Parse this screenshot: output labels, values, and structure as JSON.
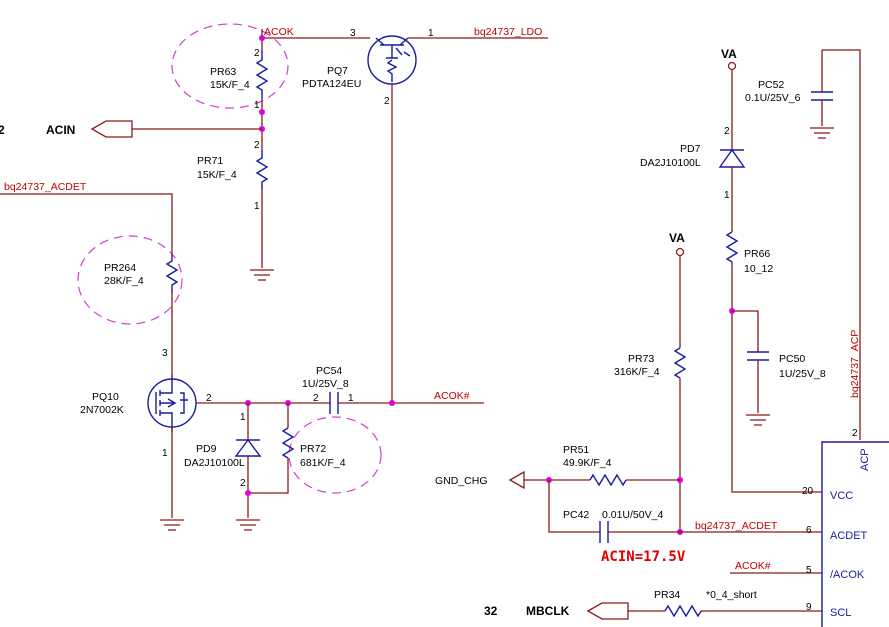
{
  "nets": {
    "acok": "ACOK",
    "bq_ldo": "bq24737_LDO",
    "acin": "ACIN",
    "acin_pin": "2",
    "bq_acdet_left": "bq24737_ACDET",
    "acok_hash": "ACOK#",
    "va1": "VA",
    "va2": "VA",
    "gnd_chg": "GND_CHG",
    "bq_acdet_right": "bq24737_ACDET",
    "acok_hash2": "ACOK#",
    "bq_acp": "bq24737_ACP",
    "mbclk": "MBCLK",
    "mbclk_pin": "32"
  },
  "components": {
    "pr63": {
      "ref": "PR63",
      "value": "15K/F_4",
      "pin_top": "2",
      "pin_bot": "1"
    },
    "pr71": {
      "ref": "PR71",
      "value": "15K/F_4",
      "pin_top": "2",
      "pin_bot": "1"
    },
    "pq7": {
      "ref": "PQ7",
      "value": "PDTA124EU",
      "pin_e": "3",
      "pin_c": "1",
      "pin_b": "2"
    },
    "pr264": {
      "ref": "PR264",
      "value": "28K/F_4"
    },
    "pq10": {
      "ref": "PQ10",
      "value": "2N7002K",
      "pin_d": "3",
      "pin_g": "2",
      "pin_s": "1"
    },
    "pc54": {
      "ref": "PC54",
      "value": "1U/25V_8",
      "pin_l": "2",
      "pin_r": "1"
    },
    "pd9": {
      "ref": "PD9",
      "value": "DA2J10100L",
      "pin_top": "1",
      "pin_bot": "2"
    },
    "pr72": {
      "ref": "PR72",
      "value": "681K/F_4"
    },
    "pc52": {
      "ref": "PC52",
      "value": "0.1U/25V_6"
    },
    "pd7": {
      "ref": "PD7",
      "value": "DA2J10100L",
      "pin_top": "2",
      "pin_bot": "1"
    },
    "pr66": {
      "ref": "PR66",
      "value": "10_12"
    },
    "pc50": {
      "ref": "PC50",
      "value": "1U/25V_8"
    },
    "pr73": {
      "ref": "PR73",
      "value": "316K/F_4"
    },
    "pr51": {
      "ref": "PR51",
      "value": "49.9K/F_4"
    },
    "pc42": {
      "ref": "PC42",
      "value": "0.01U/50V_4"
    },
    "pr34": {
      "ref": "PR34",
      "value": "*0_4_short"
    }
  },
  "ic": {
    "pins": [
      {
        "num": "2",
        "name": "ACP"
      },
      {
        "num": "20",
        "name": "VCC"
      },
      {
        "num": "6",
        "name": "ACDET"
      },
      {
        "num": "5",
        "name": "/ACOK"
      },
      {
        "num": "9",
        "name": "SCL"
      }
    ]
  },
  "annotation": "ACIN=17.5V"
}
